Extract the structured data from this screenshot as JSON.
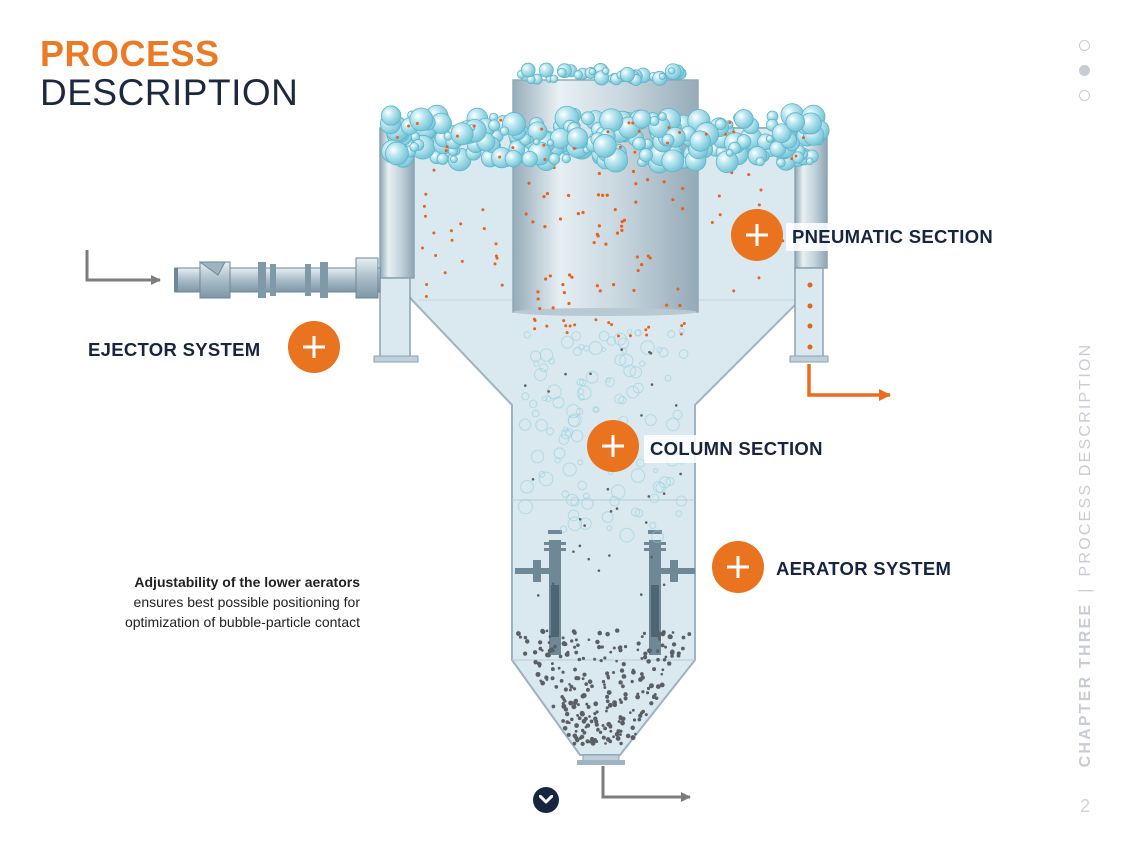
{
  "header": {
    "title_line1": "PROCESS",
    "title_line2": "DESCRIPTION"
  },
  "pagination": {
    "dots": 3,
    "active_index": 1
  },
  "sidebar": {
    "chapter": "CHAPTER THREE",
    "separator": "|",
    "section": "PROCESS DESCRIPTION",
    "page_number": "2"
  },
  "hotspots": {
    "pneumatic": "PNEUMATIC SECTION",
    "ejector": "EJECTOR SYSTEM",
    "column": "COLUMN SECTION",
    "aerator": "AERATOR SYSTEM"
  },
  "note": {
    "line1": "Adjustability of the lower aerators",
    "line2": "ensures best possible positioning for",
    "line3": "optimization of bubble-particle contact"
  },
  "colors": {
    "accent": "#e9731f",
    "title_accent": "#ec7a24",
    "navy": "#172540",
    "vessel_fill": "#dae8ef",
    "vessel_stroke": "#9cb3c1",
    "bubble": "#8fd3e2",
    "arrow_gray": "#7d7d7d"
  },
  "icons": {
    "next": "chevron-down-icon",
    "add": "plus-icon"
  }
}
